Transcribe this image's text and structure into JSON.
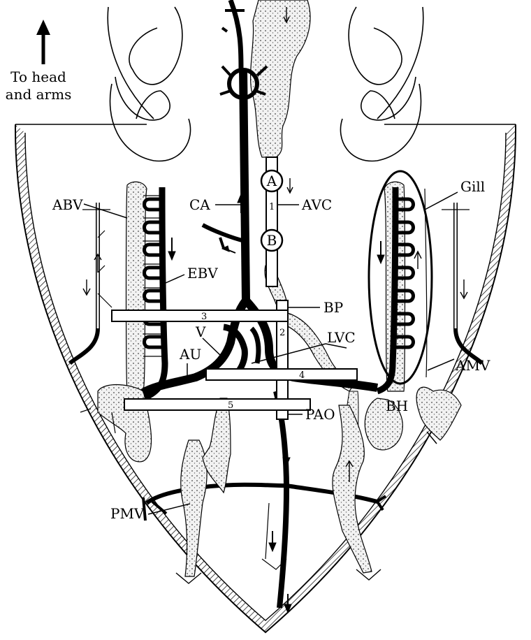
{
  "direction_note": {
    "line1": "To head",
    "line2": "and arms"
  },
  "labels": {
    "ABV": "ABV",
    "CA": "CA",
    "AVC": "AVC",
    "Gill": "Gill",
    "EBV": "EBV",
    "BP": "BP",
    "LVC": "LVC",
    "V": "V",
    "AU": "AU",
    "AMV": "AMV",
    "BH": "BH",
    "PAO": "PAO",
    "PMV": "PMV"
  },
  "markers": {
    "A": "A",
    "B": "B"
  },
  "clamps": {
    "c1": "1",
    "c2": "2",
    "c3": "3",
    "c4": "4",
    "c5": "5"
  },
  "colors": {
    "ink": "#000000",
    "stipple_fill": "#e6e6e6",
    "background": "#ffffff"
  }
}
